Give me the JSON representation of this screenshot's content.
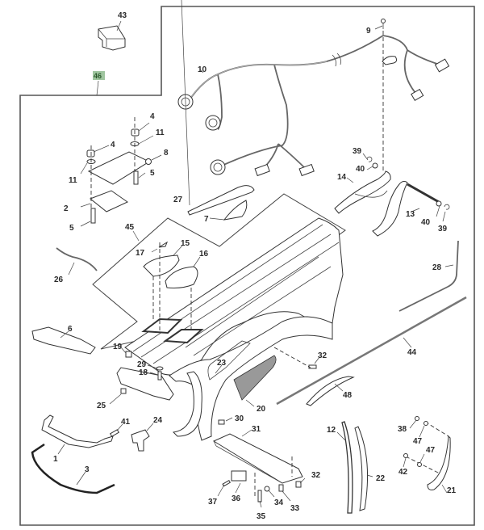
{
  "diagram": {
    "title": "Hood / Fender Assembly Parts Diagram",
    "highlighted_callout": "46",
    "highlight_color": "#9fc59f",
    "callouts": [
      {
        "id": "c43",
        "text": "43"
      },
      {
        "id": "c46",
        "text": "46"
      },
      {
        "id": "c10",
        "text": "10"
      },
      {
        "id": "c9",
        "text": "9"
      },
      {
        "id": "c4a",
        "text": "4"
      },
      {
        "id": "c11a",
        "text": "11"
      },
      {
        "id": "c4b",
        "text": "4"
      },
      {
        "id": "c8",
        "text": "8"
      },
      {
        "id": "c11b",
        "text": "11"
      },
      {
        "id": "c5a",
        "text": "5"
      },
      {
        "id": "c2",
        "text": "2"
      },
      {
        "id": "c5b",
        "text": "5"
      },
      {
        "id": "c39a",
        "text": "39"
      },
      {
        "id": "c40a",
        "text": "40"
      },
      {
        "id": "c14",
        "text": "14"
      },
      {
        "id": "c13",
        "text": "13"
      },
      {
        "id": "c40b",
        "text": "40"
      },
      {
        "id": "c39b",
        "text": "39"
      },
      {
        "id": "c27",
        "text": "27"
      },
      {
        "id": "c7",
        "text": "7"
      },
      {
        "id": "c45",
        "text": "45"
      },
      {
        "id": "c17",
        "text": "17"
      },
      {
        "id": "c15",
        "text": "15"
      },
      {
        "id": "c16",
        "text": "16"
      },
      {
        "id": "c26",
        "text": "26"
      },
      {
        "id": "c28",
        "text": "28"
      },
      {
        "id": "c6",
        "text": "6"
      },
      {
        "id": "c44",
        "text": "44"
      },
      {
        "id": "c19",
        "text": "19"
      },
      {
        "id": "c29",
        "text": "29"
      },
      {
        "id": "c18",
        "text": "18"
      },
      {
        "id": "c23",
        "text": "23"
      },
      {
        "id": "c32a",
        "text": "32"
      },
      {
        "id": "c25",
        "text": "25"
      },
      {
        "id": "c20",
        "text": "20"
      },
      {
        "id": "c48",
        "text": "48"
      },
      {
        "id": "c41",
        "text": "41"
      },
      {
        "id": "c24",
        "text": "24"
      },
      {
        "id": "c30",
        "text": "30"
      },
      {
        "id": "c31",
        "text": "31"
      },
      {
        "id": "c12",
        "text": "12"
      },
      {
        "id": "c38",
        "text": "38"
      },
      {
        "id": "c47a",
        "text": "47"
      },
      {
        "id": "c47b",
        "text": "47"
      },
      {
        "id": "c42",
        "text": "42"
      },
      {
        "id": "c1",
        "text": "1"
      },
      {
        "id": "c3",
        "text": "3"
      },
      {
        "id": "c22",
        "text": "22"
      },
      {
        "id": "c21",
        "text": "21"
      },
      {
        "id": "c32b",
        "text": "32"
      },
      {
        "id": "c37",
        "text": "37"
      },
      {
        "id": "c36",
        "text": "36"
      },
      {
        "id": "c34",
        "text": "34"
      },
      {
        "id": "c33",
        "text": "33"
      },
      {
        "id": "c35",
        "text": "35"
      }
    ]
  }
}
